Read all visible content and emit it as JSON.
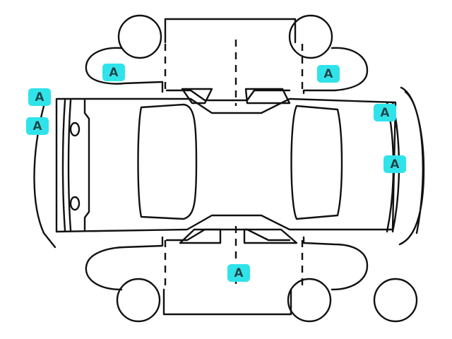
{
  "diagram": {
    "type": "vehicle-damage-map",
    "marker_color": "#2fe3ea",
    "markers": [
      {
        "id": "left-front-fender",
        "label": "A"
      },
      {
        "id": "right-front-fender",
        "label": "A"
      },
      {
        "id": "rear-bumper-upper",
        "label": "A"
      },
      {
        "id": "rear-bumper-lower",
        "label": "A"
      },
      {
        "id": "front-bumper-upper",
        "label": "A"
      },
      {
        "id": "front-bumper-lower",
        "label": "A"
      },
      {
        "id": "right-side-door",
        "label": "A"
      }
    ]
  }
}
